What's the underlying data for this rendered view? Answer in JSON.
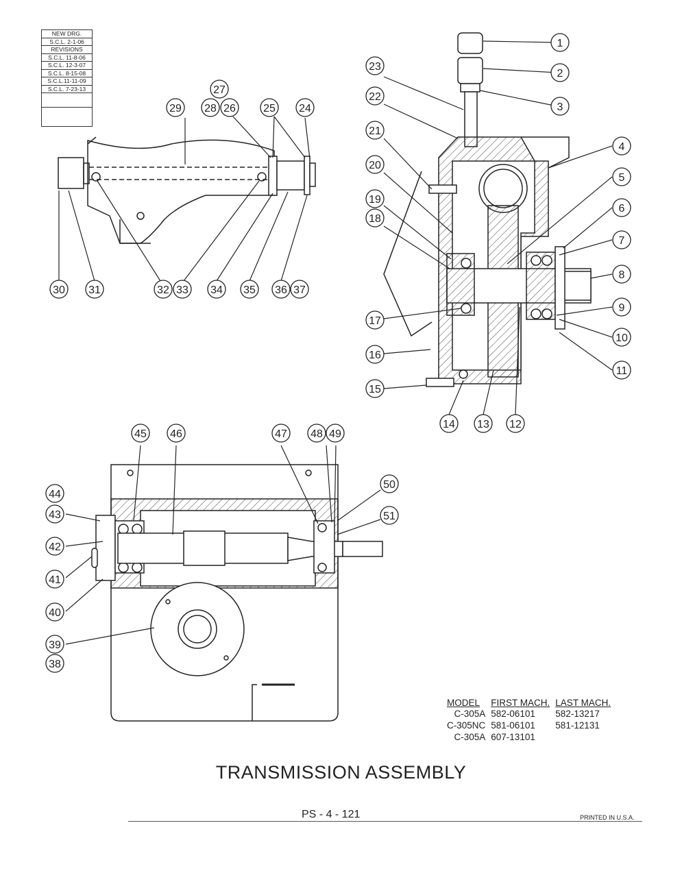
{
  "revisions": {
    "new_drg_label": "NEW DRG.",
    "new_drg_value": "S.C.L. 2-1-06",
    "revisions_label": "REVISIONS",
    "entries": [
      "S.C.L. 11-8-06",
      "S.C.L. 12-3-07",
      "S.C.L. 8-15-08",
      "S.C.L.11-11-09",
      "S.C.L. 7-23-13"
    ]
  },
  "callouts": {
    "top_left": [
      "27",
      "28",
      "26",
      "29",
      "25",
      "24",
      "30",
      "31",
      "32",
      "33",
      "34",
      "35",
      "36",
      "37"
    ],
    "right": [
      "1",
      "2",
      "3",
      "23",
      "22",
      "21",
      "20",
      "19",
      "18",
      "17",
      "16",
      "15",
      "4",
      "5",
      "6",
      "7",
      "8",
      "9",
      "10",
      "11",
      "14",
      "13",
      "12"
    ],
    "bottom": [
      "45",
      "46",
      "47",
      "48",
      "49",
      "44",
      "43",
      "42",
      "41",
      "40",
      "39",
      "38",
      "50",
      "51"
    ]
  },
  "models": {
    "headers": [
      "MODEL",
      "FIRST MACH.",
      "LAST MACH."
    ],
    "rows": [
      [
        "C-305A",
        "582-06101",
        "582-13217"
      ],
      [
        "C-305NC",
        "581-06101",
        "581-12131"
      ],
      [
        "C-305A",
        "607-13101",
        ""
      ]
    ]
  },
  "title": "TRANSMISSION ASSEMBLY",
  "page_number": "PS - 4 - 121",
  "printed": "PRINTED IN U.S.A."
}
